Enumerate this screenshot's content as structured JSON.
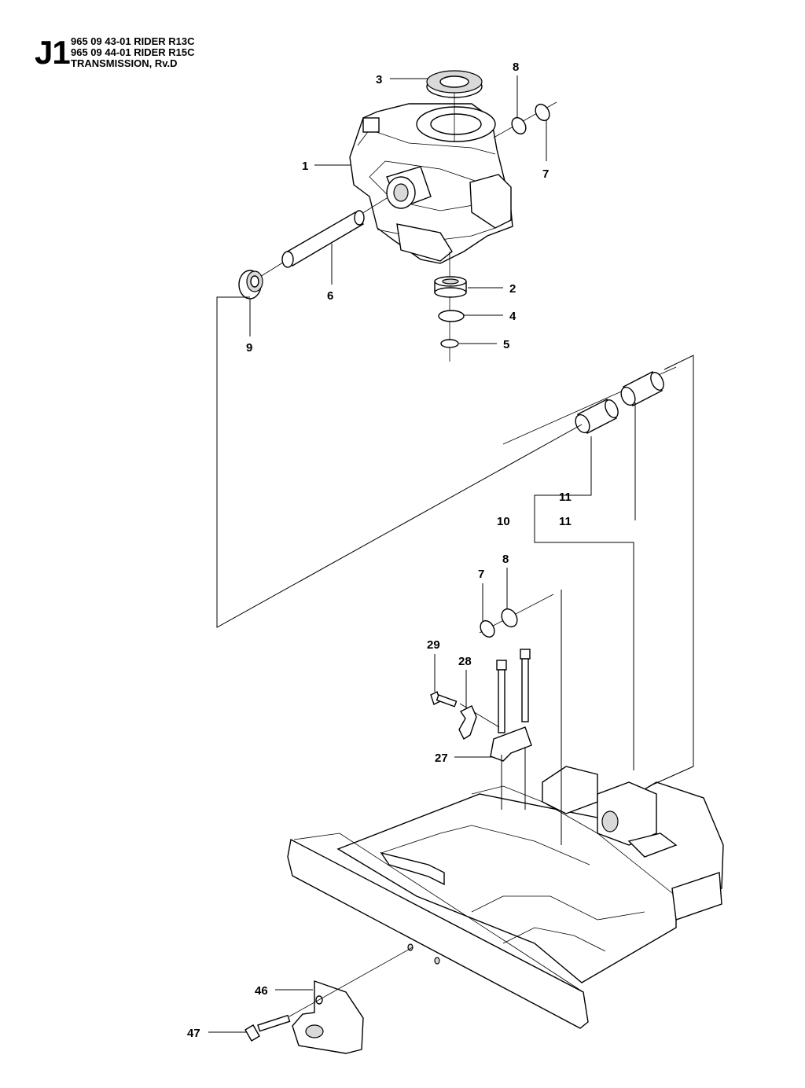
{
  "header": {
    "page_code": "J1",
    "lines": [
      "965 09 43-01 RIDER R13C",
      "965 09 44-01 RIDER R15C",
      "TRANSMISSION, Rv.D"
    ]
  },
  "callouts": {
    "p1": "1",
    "p2": "2",
    "p3": "3",
    "p4": "4",
    "p5": "5",
    "p6": "6",
    "p7a": "7",
    "p7b": "7",
    "p8a": "8",
    "p8b": "8",
    "p9": "9",
    "p10": "10",
    "p11a": "11",
    "p11b": "11",
    "p27": "27",
    "p28": "28",
    "p29": "29",
    "p46": "46",
    "p47": "47"
  }
}
